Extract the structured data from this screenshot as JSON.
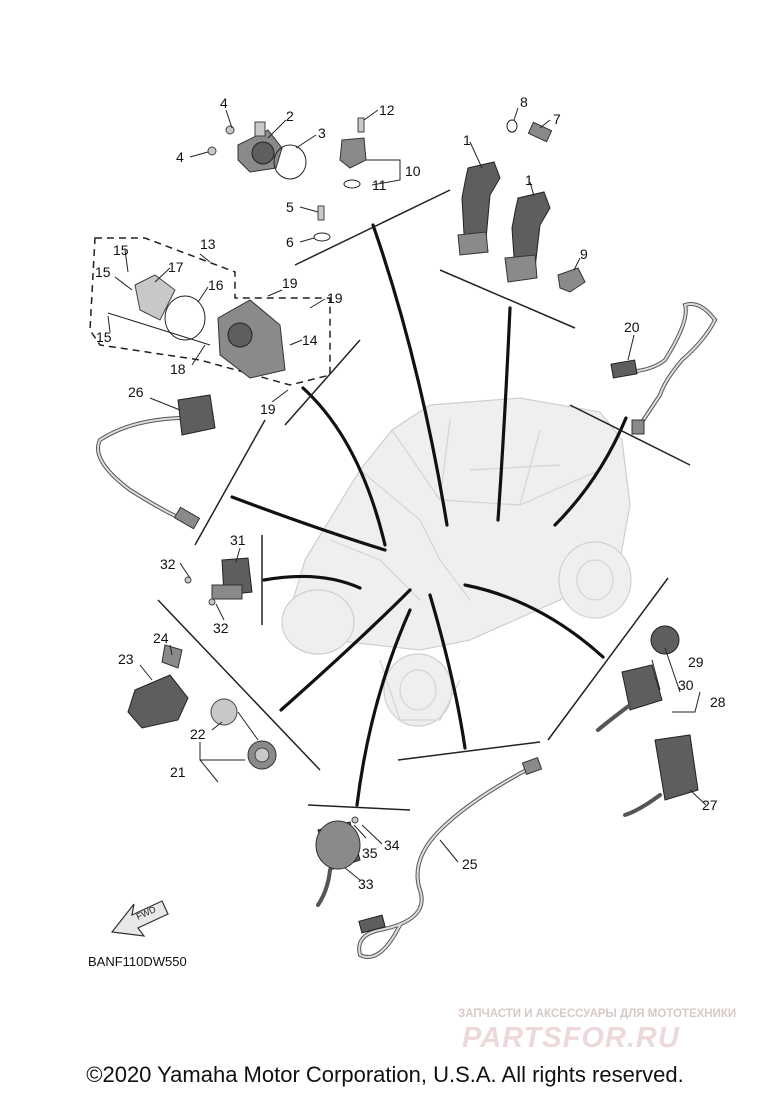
{
  "diagram_code": "BANF110DW550",
  "copyright": "©2020 Yamaha Motor Corporation, U.S.A. All rights reserved.",
  "watermark": {
    "tagline": "ЗАПЧАСТИ И АКСЕССУАРЫ ДЛЯ МОТОТЕХНИКИ",
    "site": "PARTSFOR.RU"
  },
  "fwd_label": "FWD",
  "callouts": {
    "c1a": "1",
    "c1b": "1",
    "c2": "2",
    "c3": "3",
    "c4a": "4",
    "c4b": "4",
    "c5": "5",
    "c6": "6",
    "c7": "7",
    "c8": "8",
    "c9": "9",
    "c10": "10",
    "c11": "11",
    "c12": "12",
    "c13": "13",
    "c14": "14",
    "c15a": "15",
    "c15b": "15",
    "c15c": "15",
    "c16": "16",
    "c17": "17",
    "c18": "18",
    "c19a": "19",
    "c19b": "19",
    "c19c": "19",
    "c20": "20",
    "c21": "21",
    "c22": "22",
    "c23": "23",
    "c24": "24",
    "c25": "25",
    "c26": "26",
    "c27": "27",
    "c28": "28",
    "c29": "29",
    "c30": "30",
    "c31": "31",
    "c32a": "32",
    "c32b": "32",
    "c33": "33",
    "c34": "34",
    "c35": "35"
  }
}
